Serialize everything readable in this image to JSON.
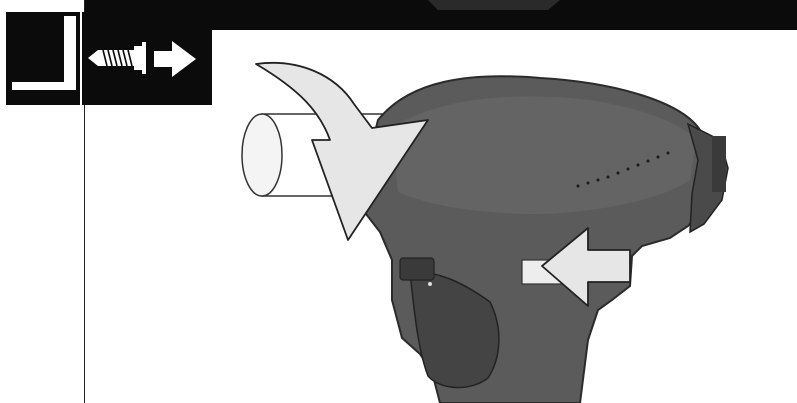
{
  "manual_page": {
    "step_icons": [
      "drive-mode-icon",
      "screw-icon",
      "direction-arrow-icon"
    ],
    "figure": [
      "impact-driver-illustration",
      "rotation-arrow",
      "push-arrow"
    ],
    "colors": {
      "header_bar": "#0b0b0b",
      "tool_body": "#5b5b5b",
      "arrow_fill": "#e6e6e6",
      "background": "#ffffff"
    }
  }
}
